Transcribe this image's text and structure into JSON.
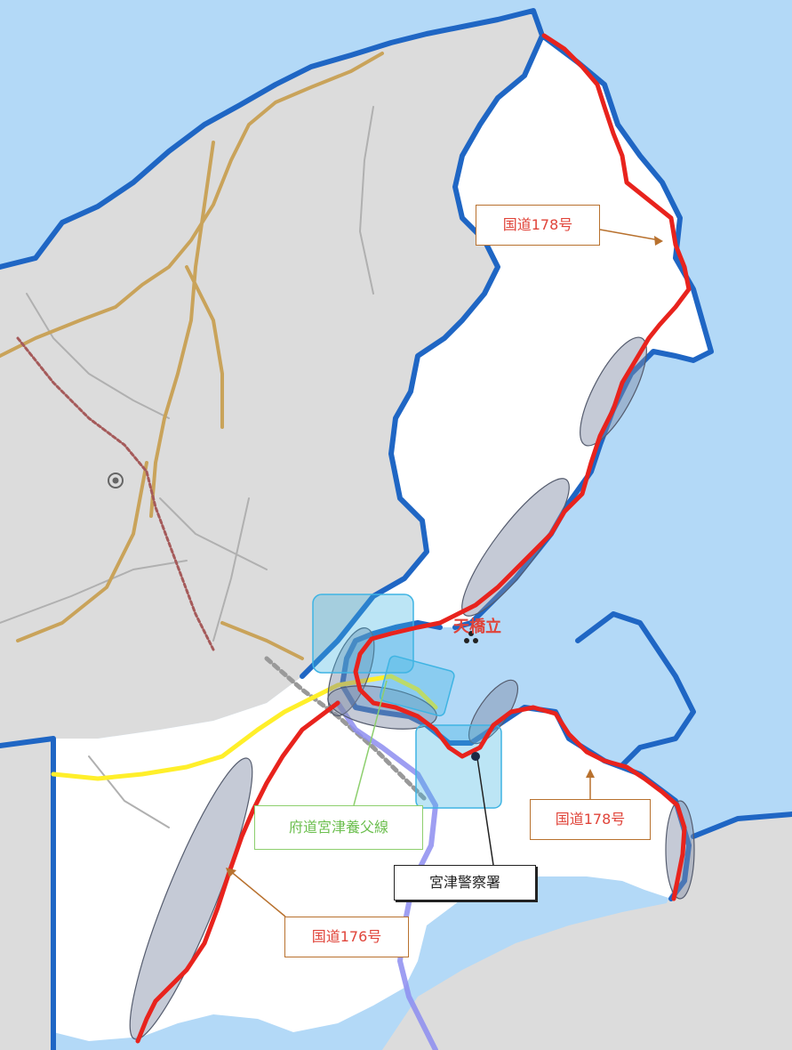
{
  "colors": {
    "sea": "#b3d9f7",
    "land_other": "#dcdcdc",
    "land_highlight": "#ffffff",
    "coast_line": "#1f66c4",
    "national_route": "#e8231d",
    "prefectural_route": "#ffef2a",
    "callout_border_route": "#b8712e",
    "callout_text_route": "#e0443a",
    "callout_border_pref": "#8dcf6e",
    "callout_text_pref": "#6cbf4f",
    "callout_border_police": "#222222",
    "callout_text_police": "#222222",
    "hazard_zone": "#7f8aa3",
    "focus_box": "#3fb4e3"
  },
  "map": {
    "place_label": "天橋立",
    "place_label_color": "#e0443a"
  },
  "callouts": {
    "route178_north": "国道178号",
    "route178_east": "国道178号",
    "route176": "国道176号",
    "prefectural_road": "府道宮津養父線",
    "police_station": "宮津警察署"
  }
}
